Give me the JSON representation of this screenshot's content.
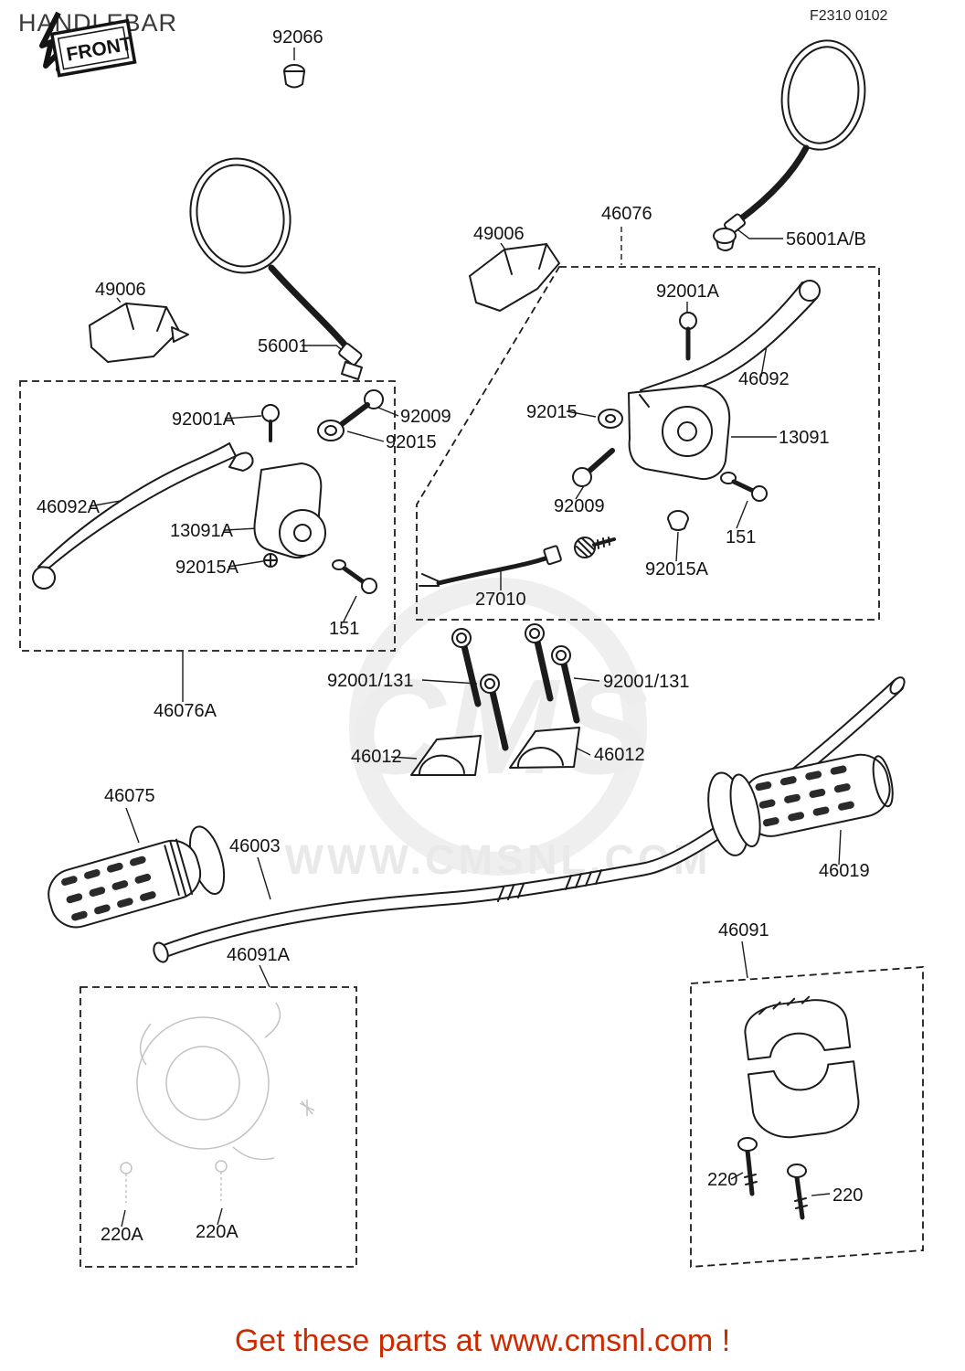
{
  "page": {
    "title": "HANDLEBAR",
    "doc_code": "F2310 0102",
    "front_stamp": "FRONT",
    "footer_text": "Get these parts at www.cmsnl.com !",
    "watermark_logo": "CMS",
    "watermark_url": "WWW.CMSNL.COM"
  },
  "colors": {
    "background": "#ffffff",
    "line": "#1b1b1b",
    "label": "#141414",
    "footer_red": "#cc2a00",
    "watermark_gray": "#ebebeb"
  },
  "labels": [
    {
      "text": "92066"
    },
    {
      "text": "49006"
    },
    {
      "text": "46076"
    },
    {
      "text": "56001A/B"
    },
    {
      "text": "49006"
    },
    {
      "text": "92001A"
    },
    {
      "text": "46092"
    },
    {
      "text": "56001"
    },
    {
      "text": "92001A"
    },
    {
      "text": "92009"
    },
    {
      "text": "92015"
    },
    {
      "text": "92015"
    },
    {
      "text": "13091"
    },
    {
      "text": "46092A"
    },
    {
      "text": "13091A"
    },
    {
      "text": "92009"
    },
    {
      "text": "92015A"
    },
    {
      "text": "151"
    },
    {
      "text": "27010"
    },
    {
      "text": "92015A"
    },
    {
      "text": "151"
    },
    {
      "text": "46076A"
    },
    {
      "text": "92001/131"
    },
    {
      "text": "92001/131"
    },
    {
      "text": "46012"
    },
    {
      "text": "46012"
    },
    {
      "text": "46075"
    },
    {
      "text": "46003"
    },
    {
      "text": "46019"
    },
    {
      "text": "46091"
    },
    {
      "text": "46091A"
    },
    {
      "text": "220"
    },
    {
      "text": "220"
    },
    {
      "text": "220A"
    },
    {
      "text": "220A"
    }
  ]
}
